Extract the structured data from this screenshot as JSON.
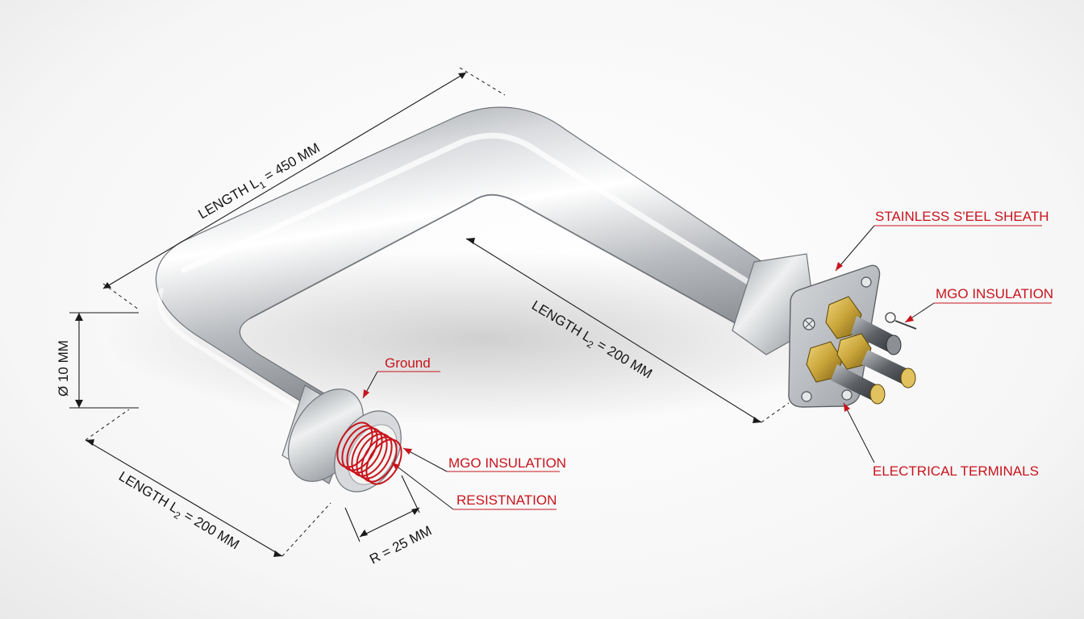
{
  "dimensions": {
    "length_top": "LENGTH L",
    "length_top_sub": "1",
    "length_top_value": " = 450 MM",
    "length_right": "LENGTH L",
    "length_right_sub": "2",
    "length_right_value": " = 200 MM",
    "length_left": "LENGTH L",
    "length_left_sub": "2",
    "length_left_value": " = 200 MM",
    "diameter": "Ø 10 MM",
    "radius": "R = 25 MM"
  },
  "callouts": {
    "ground": "Ground",
    "mgo_insulation_left": "MGO INSULATION",
    "resistance": "RESISTNATION",
    "sheath": "STAINLESS S'EEL SHEATH",
    "mgo_insulation_right": "MGO INSULATION",
    "terminals": "ELECTRICAL TERMINALS"
  },
  "colors": {
    "callout": "#c8141c",
    "steel": "#b9bcc0",
    "brass": "#c9a43a",
    "coil": "#c8141c"
  }
}
